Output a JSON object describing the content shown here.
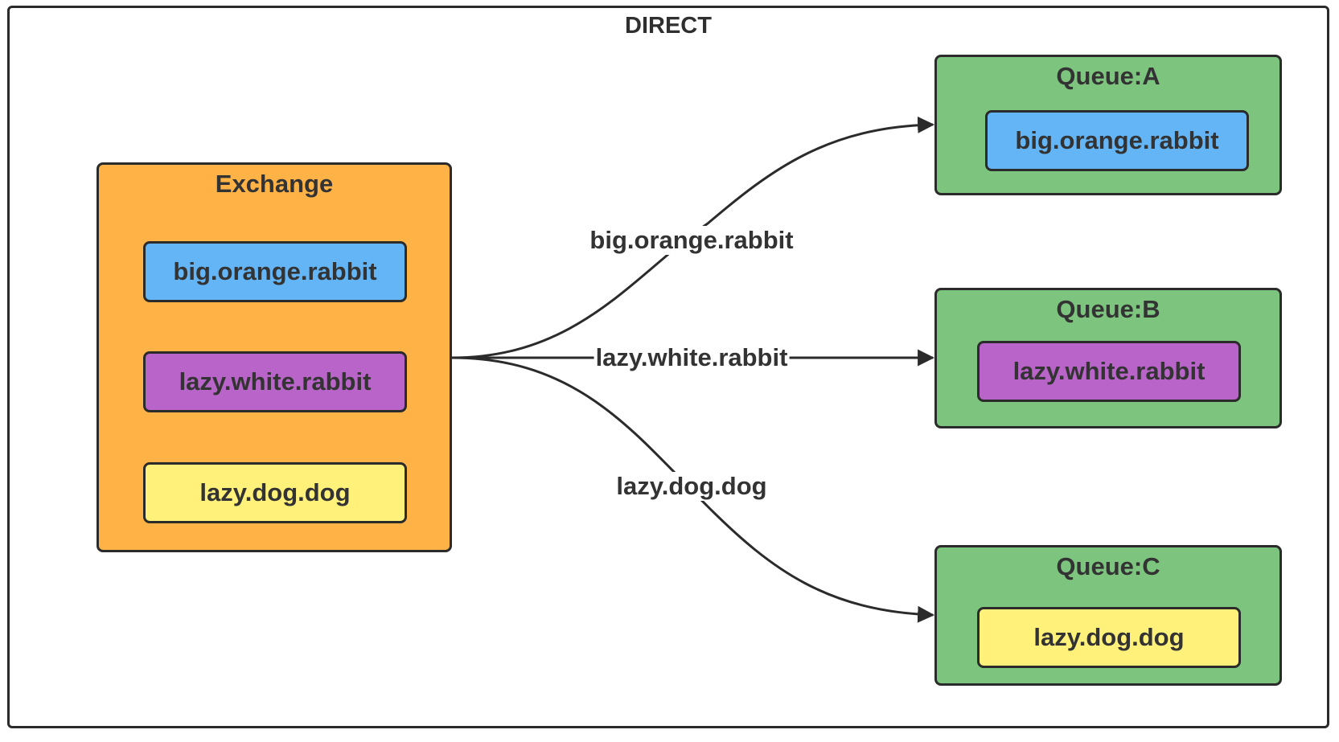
{
  "title": "DIRECT",
  "colors": {
    "exchange": "#FFB347",
    "queue": "#7DC57F",
    "blue": "#63B5F6",
    "purple": "#B964C8",
    "yellow": "#FFF17A",
    "stroke": "#2b2b2b"
  },
  "exchange": {
    "title": "Exchange",
    "keys": [
      "big.orange.rabbit",
      "lazy.white.rabbit",
      "lazy.dog.dog"
    ]
  },
  "queues": [
    {
      "title": "Queue:A",
      "key": "big.orange.rabbit"
    },
    {
      "title": "Queue:B",
      "key": "lazy.white.rabbit"
    },
    {
      "title": "Queue:C",
      "key": "lazy.dog.dog"
    }
  ],
  "edges": [
    {
      "label": "big.orange.rabbit",
      "from": "Exchange",
      "to": "Queue:A"
    },
    {
      "label": "lazy.white.rabbit",
      "from": "Exchange",
      "to": "Queue:B"
    },
    {
      "label": "lazy.dog.dog",
      "from": "Exchange",
      "to": "Queue:C"
    }
  ]
}
